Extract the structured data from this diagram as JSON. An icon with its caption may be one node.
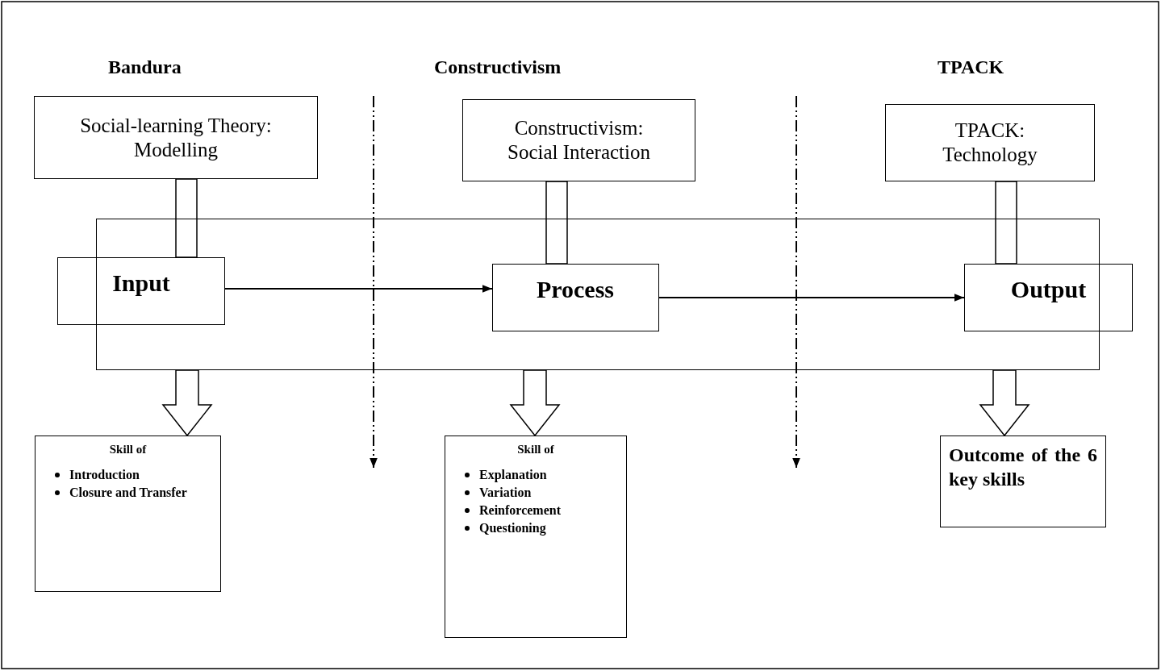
{
  "diagram": {
    "nodes": [
      {
        "text": [
          "Social-learning Theory: Modelling"
        ]
      },
      {
        "text": [
          "Constructivism: Social Interaction"
        ]
      },
      {
        "text": [
          "TPACK: Technology"
        ]
      },
      {
        "text": [],
        "shape": "box"
      },
      {
        "text": [
          "Input"
        ]
      },
      {
        "text": [
          "Process"
        ],
        "in": 3
      },
      {
        "text": [
          "Output"
        ]
      },
      {
        "text": [
          "Skill of",
          "Introduction",
          "Closure and Transfer"
        ]
      },
      {
        "text": [
          "Skill of",
          "Explanation",
          "Variation",
          "Reinforcement",
          "Questioning"
        ]
      },
      {
        "text": [
          "Outcome of the 6 key skills"
        ]
      }
    ],
    "edges": [
      {
        "from": 0,
        "to": 4,
        "arrow": "none",
        "style": "thick"
      },
      {
        "from": 1,
        "to": 5,
        "arrow": "none",
        "style": "thick"
      },
      {
        "from": 2,
        "to": 6,
        "arrow": "none",
        "style": "thick"
      },
      {
        "from": 4,
        "to": 5,
        "arrow": "to"
      },
      {
        "from": 5,
        "to": 6,
        "arrow": "to"
      },
      {
        "from": 3,
        "to": 7,
        "arrow": "to",
        "style": "thick"
      },
      {
        "from": 3,
        "to": 8,
        "arrow": "to",
        "style": "thick"
      },
      {
        "from": 3,
        "to": 9,
        "arrow": "to",
        "style": "thick"
      }
    ],
    "labels": [
      "Bandura",
      "Constructivism",
      "TPACK"
    ]
  }
}
